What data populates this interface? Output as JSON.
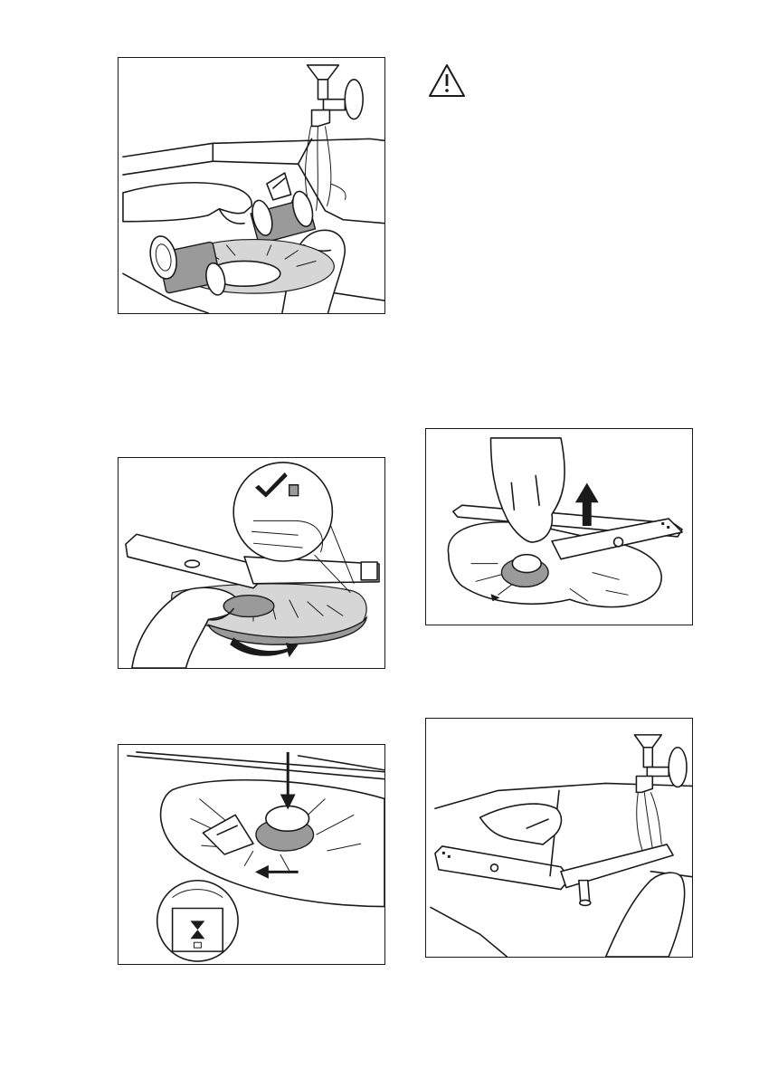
{
  "figures": [
    {
      "id": "fig1",
      "icons": [
        "tap-icon",
        "water-stream",
        "hands-icon",
        "filter-icon"
      ]
    },
    {
      "id": "fig2",
      "icons": [
        "check-icon",
        "spray-arm",
        "hand-icon",
        "rotate-arrow-icon"
      ]
    },
    {
      "id": "fig3",
      "icons": [
        "arrow-down-icon",
        "arrow-left-icon",
        "filter-icon",
        "lock-indicator-icon"
      ]
    },
    {
      "id": "fig4",
      "icons": [
        "arrow-up-icon",
        "spray-arm",
        "hand-icon"
      ]
    },
    {
      "id": "fig5",
      "icons": [
        "tap-icon",
        "needle-icon",
        "spray-arm",
        "hands-icon"
      ]
    }
  ],
  "warning": {
    "icon": "warning-triangle-icon"
  },
  "colors": {
    "line": "#1a1a1a",
    "fill_gray": "#9a9a9a",
    "fill_light": "#d6d6d6"
  }
}
